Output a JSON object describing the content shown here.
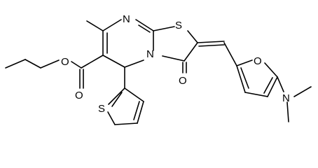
{
  "molecule": {
    "atoms": {
      "n_ring_top": "N",
      "s_thiazole": "S",
      "n_ring_fused": "N",
      "o_ester_ether": "O",
      "o_ester_carbonyl": "O",
      "o_ketone": "O",
      "o_furan": "O",
      "s_thiophene": "S",
      "n_dimethylamino": "N"
    }
  }
}
